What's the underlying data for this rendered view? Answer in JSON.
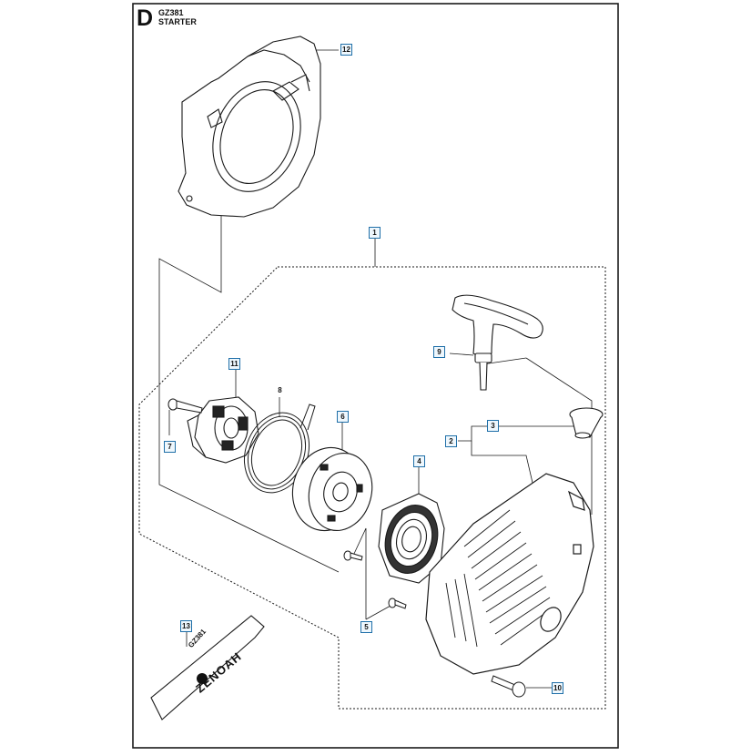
{
  "header": {
    "section_letter": "D",
    "model_code": "GZ381",
    "section_title": "STARTER"
  },
  "callouts": {
    "c1": "1",
    "c2": "2",
    "c3": "3",
    "c4": "4",
    "c5": "5",
    "c6": "6",
    "c7": "7",
    "c8": "8",
    "c9": "9",
    "c10": "10",
    "c11": "11",
    "c12": "12",
    "c13": "13"
  },
  "sticker": {
    "model_code": "GZ381",
    "brand": "ZENOAH"
  },
  "colors": {
    "line": "#1a1a1a",
    "callout_border": "#1f6fa8",
    "callout_fill": "#eef7fd"
  },
  "icons": [
    "starter-housing-icon",
    "grip-handle-icon",
    "recoil-spring-icon",
    "rope-pulley-icon",
    "ratchet-icon",
    "cover-plate-icon",
    "bolt-icon",
    "label-sticker-icon"
  ]
}
